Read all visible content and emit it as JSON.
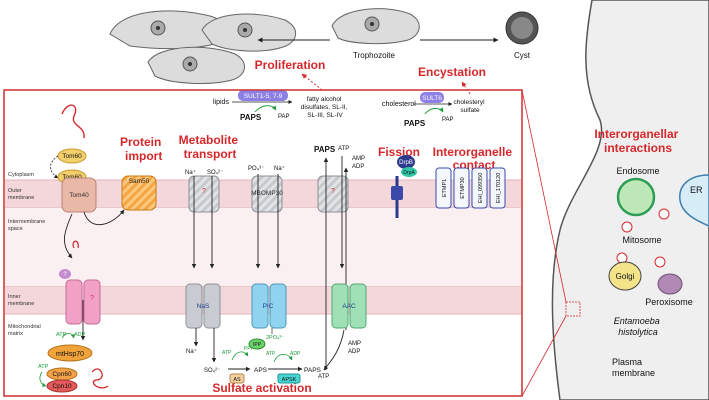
{
  "headers": {
    "proliferation": "Proliferation",
    "encystation": "Encystation",
    "protein_import": [
      "Protein",
      "import"
    ],
    "metabolite_transport": [
      "Metabolite",
      "transport"
    ],
    "fission": "Fission",
    "interorganelle_contact": [
      "Interorganelle",
      "contact"
    ],
    "interorganellar_interactions": [
      "Interorganellar",
      "interactions"
    ],
    "sulfate_activation": "Sulfate activation"
  },
  "top": {
    "trophozoite": "Trophozoite",
    "cyst": "Cyst",
    "lipids": "lipids",
    "sult1": "SULT1-5, 7-9",
    "paps_left": "PAPS",
    "pap_left": "PAP",
    "fatty_alcohol": [
      "fatty alcohol",
      "disulfates, SL-II,",
      "SL-III, SL-IV"
    ],
    "cholesterol": "cholesterol",
    "sult6": "SULT6",
    "paps_right": "PAPS",
    "pap_right": "PAP",
    "cholesteryl_sulfate": [
      "cholesteryl",
      "sulfate"
    ]
  },
  "membranes": {
    "cytoplasm": "Cytoplasm",
    "outer": [
      "Outer",
      "membrane"
    ],
    "intermembrane": [
      "Intermembrane",
      "space"
    ],
    "inner": [
      "Inner",
      "membrane"
    ],
    "matrix": [
      "Mitochondrial",
      "matrix"
    ]
  },
  "proteins": {
    "tom60_a": "Tom60",
    "tom60_b": "Tom60",
    "tom40": "Tom40",
    "sam50": "Sam50",
    "mbomp30": "MBOMP30",
    "mhsp70": "mtHsp70",
    "cpn60": "Cpn60",
    "cpn10": "Cpn10",
    "nas": "NaS",
    "pic": "PIC",
    "aac": "AAC",
    "drpb": "DrpB",
    "drpa": "DrpA",
    "contacts": [
      "ETMP1",
      "ETMP30",
      "EHI_099350",
      "EHI_170120"
    ],
    "question": "?"
  },
  "labels": {
    "na_plus": "Na⁺",
    "so4": "SO₄²⁻",
    "po4": "PO₄³⁻",
    "paps": "PAPS",
    "atp": "ATP",
    "adp": "ADP",
    "amp": "AMP",
    "ppi": "PPi",
    "ipp": "IPP",
    "two_pi": "2PO₄³⁻",
    "aps": "APS",
    "as": "AS",
    "apsk": "APSK",
    "adp_short": "ADP"
  },
  "cell": {
    "endosome": "Endosome",
    "er": "ER",
    "mitosome": "Mitosome",
    "golgi": "Golgi",
    "peroxisome": "Peroxisome",
    "species": [
      "Entamoeba",
      "histolytica"
    ],
    "plasma_membrane": [
      "Plasma",
      "membrane"
    ]
  },
  "colors": {
    "title_red": "#d6282b",
    "frame_red": "#d23b3b",
    "membrane_pink": "#f3d7da",
    "channel_gray": "#bfc2c8",
    "tom40": "#e9b8a7",
    "sam50": "#f5a542",
    "pink_channel": "#f2a0c6",
    "pic_blue": "#8fd3ef",
    "aac_green": "#9fe0b6",
    "hsp70_orange": "#f0a33a",
    "cpn_orange": "#f3a24a",
    "cpn10_red": "#e55b5b",
    "sult_purple": "#8c7fe6",
    "ipp_green": "#6cd36c",
    "apsk_cyan": "#49d4d4",
    "as_tan": "#f4cfa1",
    "cell_gray": "#efefef",
    "endosome_green": "#2e9e56",
    "golgi_yellow": "#f3e48a",
    "peroxisome_purple": "#b08ab5"
  }
}
